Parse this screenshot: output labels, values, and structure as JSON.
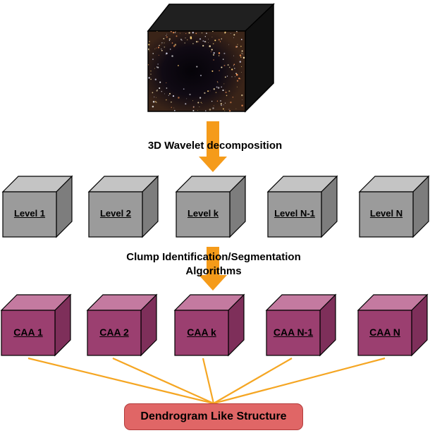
{
  "step1_label": "3D Wavelet decomposition",
  "step2_label_line1": "Clump Identification/Segmentation",
  "step2_label_line2": "Algorithms",
  "levels": [
    "Level 1",
    "Level 2",
    "Level k",
    "Level N-1",
    "Level N"
  ],
  "caas": [
    "CAA 1",
    "CAA 2",
    "CAA k",
    "CAA N-1",
    "CAA N"
  ],
  "result_label": "Dendrogram Like Structure",
  "colors": {
    "arrow": "#f59b1a",
    "level_front": "#9b9b9b",
    "caa_front": "#9b3f70",
    "connector": "#f5a623",
    "result_box": "#e06666"
  }
}
